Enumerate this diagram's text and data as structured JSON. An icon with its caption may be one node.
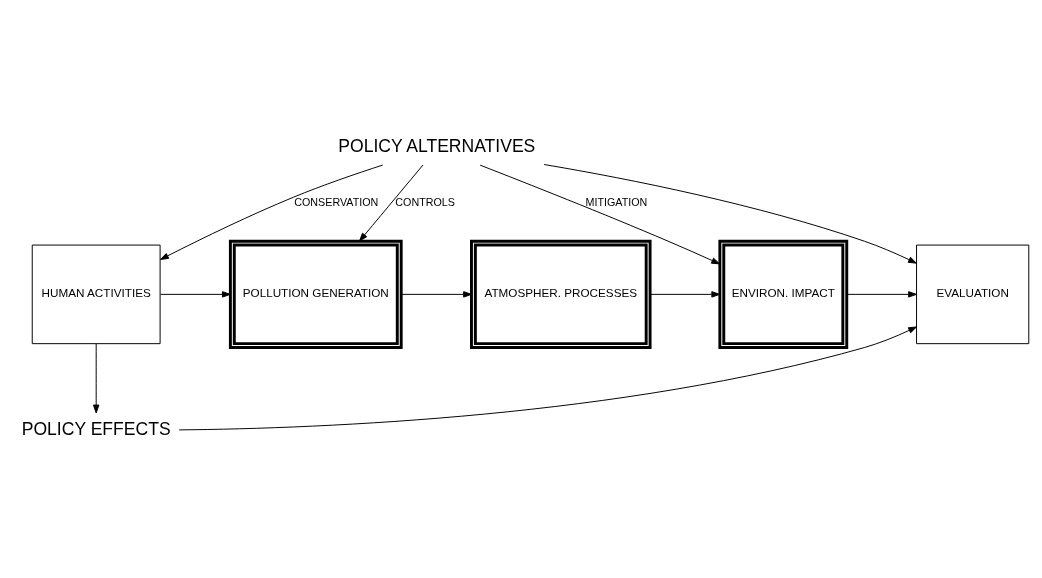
{
  "diagram": {
    "nodes": [
      {
        "text": [
          "POLICY ALTERNATIVES"
        ]
      },
      {
        "text": [
          "HUMAN ACTIVITIES"
        ]
      },
      {
        "text": [
          "POLLUTION GENERATION"
        ]
      },
      {
        "text": [
          "ATMOSPHER. PROCESSES"
        ]
      },
      {
        "text": [
          "ENVIRON. IMPACT"
        ]
      },
      {
        "text": [
          "EVALUATION"
        ]
      },
      {
        "text": [
          "POLICY EFFECTS"
        ]
      }
    ],
    "edges": [
      {
        "from": 0,
        "to": 1,
        "arrow": "to",
        "label": "CONSERVATION"
      },
      {
        "from": 0,
        "to": 2,
        "arrow": "to",
        "label": "CONTROLS"
      },
      {
        "from": 0,
        "to": 4,
        "arrow": "to",
        "label": "MITIGATION"
      },
      {
        "from": 0,
        "to": 5,
        "arrow": "to"
      },
      {
        "from": 1,
        "to": 2,
        "arrow": "to"
      },
      {
        "from": 2,
        "to": 3,
        "arrow": "to"
      },
      {
        "from": 3,
        "to": 4,
        "arrow": "to"
      },
      {
        "from": 4,
        "to": 5,
        "arrow": "to"
      },
      {
        "from": 1,
        "to": 6,
        "arrow": "to"
      },
      {
        "from": 6,
        "to": 5,
        "arrow": "to"
      }
    ]
  }
}
